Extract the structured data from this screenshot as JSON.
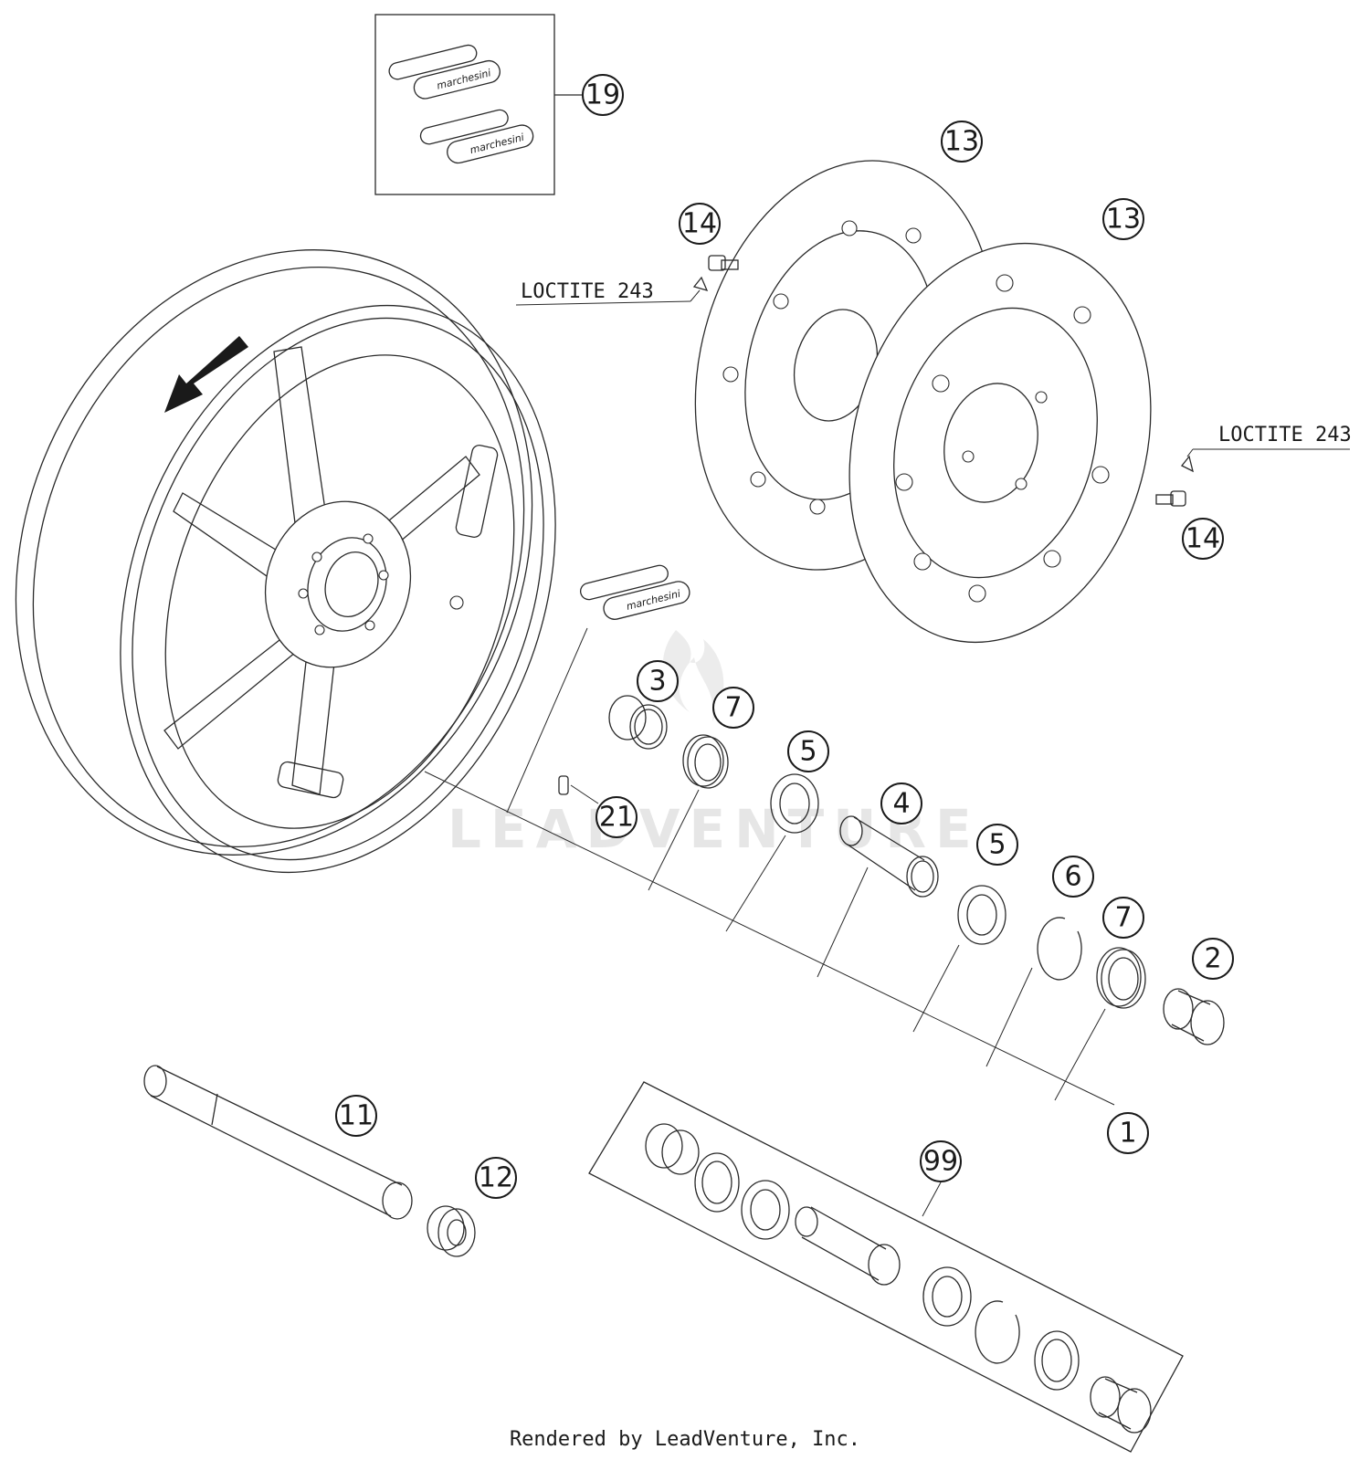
{
  "diagram": {
    "watermark": "LEADVENTURE",
    "footer": "Rendered by LeadVenture, Inc.",
    "loctite_left": "LOCTITE 243",
    "loctite_right": "LOCTITE 243",
    "decal_brand": "marchesini",
    "callouts": {
      "c19": "19",
      "c13a": "13",
      "c13b": "13",
      "c14a": "14",
      "c14b": "14",
      "c3": "3",
      "c7a": "7",
      "c5a": "5",
      "c4": "4",
      "c5b": "5",
      "c6": "6",
      "c7b": "7",
      "c2": "2",
      "c1": "1",
      "c21": "21",
      "c11": "11",
      "c12": "12",
      "c99": "99"
    }
  }
}
